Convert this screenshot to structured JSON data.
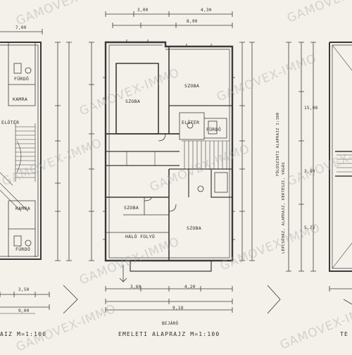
{
  "watermark": "GAMOVEX-IMMO",
  "left_plan": {
    "caption": "AIZ M=1:100",
    "rooms": [
      "KAMRA",
      "FÜRDŐ",
      "ELŐTÉR",
      "KAMRA",
      "FÜRDŐ"
    ],
    "dims_top": [
      "7,00"
    ],
    "dims_bottom": [
      "3,50",
      "9,00"
    ]
  },
  "main_plan": {
    "caption": "EMELETI ALAPRAJZ M=1:100",
    "entrance": "BEJÁRÓ",
    "rooms": {
      "szoba_left": "SZOBA",
      "szoba_right": "SZOBA",
      "eloter": "ELŐTÉR",
      "furdo": "FÜRDŐ",
      "szoba_lower_left": "SZOBA",
      "halo_folyo": "HÁLÓ FOLYÓ",
      "szoba_lower_right": "SZOBA"
    },
    "dims_top": [
      "3,00",
      "8,90",
      "4,30"
    ],
    "dims_bottom": [
      "3,60",
      "4,20",
      "9,18"
    ]
  },
  "section_plan": {
    "vertical_note_1": "FÖLDSZINTI ALAPRAJZ 1:100",
    "vertical_note_2": "LÉPCSŐHÁZ, ALAPRAJZ, KERTÉSZI, VÁGÁS",
    "dims": [
      "15,08",
      "3,80",
      "5,22"
    ]
  },
  "right_edge_caption": "TE"
}
